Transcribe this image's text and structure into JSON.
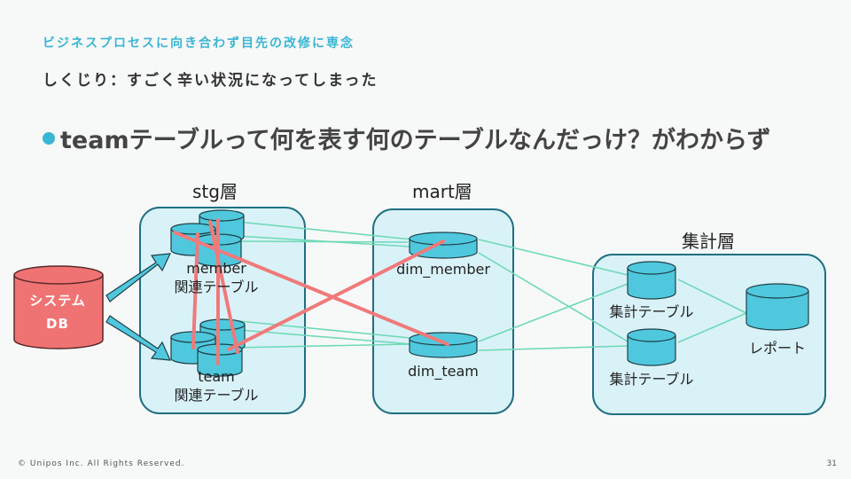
{
  "slide": {
    "subtitle": "ビジネスプロセスに向き合わず目先の改修に専念",
    "heading": "しくじり：すごく辛い状況になってしまった",
    "bullet": "teamテーブルって何を表す何のテーブルなんだっけ？がわからず"
  },
  "diagram": {
    "source_db": {
      "line1": "システム",
      "line2": "DB"
    },
    "layers": {
      "stg": "stg層",
      "mart": "mart層",
      "agg": "集計層"
    },
    "nodes": {
      "stg_member_line1": "member",
      "stg_member_line2": "関連テーブル",
      "stg_team_line1": "team",
      "stg_team_line2": "関連テーブル",
      "dim_member": "dim_member",
      "dim_team": "dim_team",
      "agg_table_1": "集計テーブル",
      "agg_table_2": "集計テーブル",
      "report": "レポート"
    },
    "colors": {
      "container_fill": "#d9f2f8",
      "container_stroke": "#1f6f80",
      "cylinder_fill": "#4fc8de",
      "source_db_fill": "#f07373",
      "arrow_fill": "#4fc8de",
      "green_line": "#6fd9b6",
      "red_line": "#f07a7a"
    }
  },
  "footer": {
    "copyright": "© Unipos Inc. All Rights Reserved.",
    "page": "31"
  }
}
